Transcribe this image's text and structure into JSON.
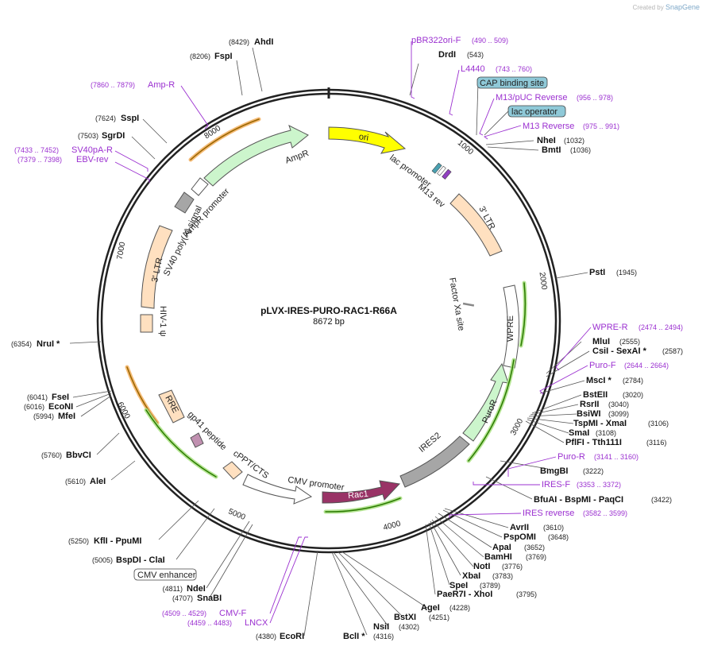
{
  "credit": {
    "prefix": "Created by",
    "brand": "SnapGene"
  },
  "plasmid": {
    "name": "pLVX-IRES-PURO-RAC1-R66A",
    "size": "8672 bp"
  },
  "tick_labels": [
    "1000",
    "2000",
    "3000",
    "4000",
    "5000",
    "6000",
    "7000",
    "8000"
  ],
  "features": [
    {
      "label": "ori",
      "color": "#ffff00"
    },
    {
      "label": "AmpR",
      "color": "#ccf5cc"
    },
    {
      "label": "Rac1",
      "color": "#993366"
    },
    {
      "label": "PuroR",
      "color": "#ccf5cc"
    },
    {
      "label": "WPRE",
      "color": "#ffffff"
    },
    {
      "label": "IRES2",
      "color": "#a6a6a6"
    },
    {
      "label": "3' LTR",
      "color": "#ffe0c0"
    },
    {
      "label": "3' LTR",
      "color": "#ffe0c0"
    },
    {
      "label": "RRE",
      "color": "#ffe0c0"
    },
    {
      "label": "CMV promoter",
      "color": "#ffffff"
    },
    {
      "label": "cPPT/CTS",
      "color": "#ffe0c0"
    },
    {
      "label": "gp41 peptide",
      "color": "#c090b0"
    },
    {
      "label": "HIV-1 ψ",
      "color": "#ffe0c0"
    },
    {
      "label": "SV40 poly(A) signal",
      "color": "#a6a6a6"
    },
    {
      "label": "AmpR promoter",
      "color": "#ffffff"
    },
    {
      "label": "lac promoter",
      "color": "#4aa0b0"
    },
    {
      "label": "M13 rev",
      "color": "#9040c0"
    },
    {
      "label": "Factor Xa site",
      "color": "#888888"
    }
  ],
  "boxed_labels": [
    "CAP binding site",
    "lac operator",
    "CMV enhancer"
  ],
  "sites": [
    {
      "name": "AhdI",
      "pos": "(8429)"
    },
    {
      "name": "FspI",
      "pos": "(8206)"
    },
    {
      "name": "SspI",
      "pos": "(7624)"
    },
    {
      "name": "SgrDI",
      "pos": "(7503)"
    },
    {
      "name": "NruI *",
      "pos": "(6354)"
    },
    {
      "name": "FseI",
      "pos": "(6041)"
    },
    {
      "name": "EcoNI",
      "pos": "(6016)"
    },
    {
      "name": "MfeI",
      "pos": "(5994)"
    },
    {
      "name": "BbvCI",
      "pos": "(5760)"
    },
    {
      "name": "AleI",
      "pos": "(5610)"
    },
    {
      "name": "KflI - PpuMI",
      "pos": "(5250)"
    },
    {
      "name": "BspDI - ClaI",
      "pos": "(5005)"
    },
    {
      "name": "NdeI",
      "pos": "(4811)"
    },
    {
      "name": "SnaBI",
      "pos": "(4707)"
    },
    {
      "name": "EcoRI",
      "pos": "(4380)"
    },
    {
      "name": "BclI *",
      "pos": "(4316)"
    },
    {
      "name": "NsiI",
      "pos": "(4302)"
    },
    {
      "name": "BstXI",
      "pos": "(4251)"
    },
    {
      "name": "AgeI",
      "pos": "(4228)"
    },
    {
      "name": "DrdI",
      "pos": "(543)"
    },
    {
      "name": "NheI",
      "pos": "(1032)"
    },
    {
      "name": "BmtI",
      "pos": "(1036)"
    },
    {
      "name": "PstI",
      "pos": "(1945)"
    },
    {
      "name": "MluI",
      "pos": "(2555)"
    },
    {
      "name": "CsiI - SexAI *",
      "pos": "(2587)"
    },
    {
      "name": "MscI *",
      "pos": "(2784)"
    },
    {
      "name": "BstEII",
      "pos": "(3020)"
    },
    {
      "name": "RsrII",
      "pos": "(3040)"
    },
    {
      "name": "BsiWI",
      "pos": "(3099)"
    },
    {
      "name": "TspMI - XmaI",
      "pos": "(3106)"
    },
    {
      "name": "SmaI",
      "pos": "(3108)"
    },
    {
      "name": "PflFI - Tth111I",
      "pos": "(3116)"
    },
    {
      "name": "BmgBI",
      "pos": "(3222)"
    },
    {
      "name": "BfuAI - BspMI - PaqCI",
      "pos": "(3422)"
    },
    {
      "name": "AvrII",
      "pos": "(3610)"
    },
    {
      "name": "PspOMI",
      "pos": "(3648)"
    },
    {
      "name": "ApaI",
      "pos": "(3652)"
    },
    {
      "name": "BamHI",
      "pos": "(3769)"
    },
    {
      "name": "NotI",
      "pos": "(3776)"
    },
    {
      "name": "XbaI",
      "pos": "(3783)"
    },
    {
      "name": "SpeI",
      "pos": "(3789)"
    },
    {
      "name": "PaeR7I - XhoI",
      "pos": "(3795)"
    }
  ],
  "primers": [
    {
      "name": "pBR322ori-F",
      "range": "(490 .. 509)"
    },
    {
      "name": "L4440",
      "range": "(743 .. 760)"
    },
    {
      "name": "M13/pUC Reverse",
      "range": "(956 .. 978)"
    },
    {
      "name": "M13 Reverse",
      "range": "(975 .. 991)"
    },
    {
      "name": "WPRE-R",
      "range": "(2474 .. 2494)"
    },
    {
      "name": "Puro-F",
      "range": "(2644 .. 2664)"
    },
    {
      "name": "Puro-R",
      "range": "(3141 .. 3160)"
    },
    {
      "name": "IRES-F",
      "range": "(3353 .. 3372)"
    },
    {
      "name": "IRES reverse",
      "range": "(3582 .. 3599)"
    },
    {
      "name": "Amp-R",
      "range": "(7860 .. 7879)"
    },
    {
      "name": "SV40pA-R",
      "range": "(7433 .. 7452)"
    },
    {
      "name": "EBV-rev",
      "range": "(7379 .. 7398)"
    },
    {
      "name": "CMV-F",
      "range": "(4509 .. 4529)"
    },
    {
      "name": "LNCX",
      "range": "(4459 .. 4483)"
    }
  ]
}
